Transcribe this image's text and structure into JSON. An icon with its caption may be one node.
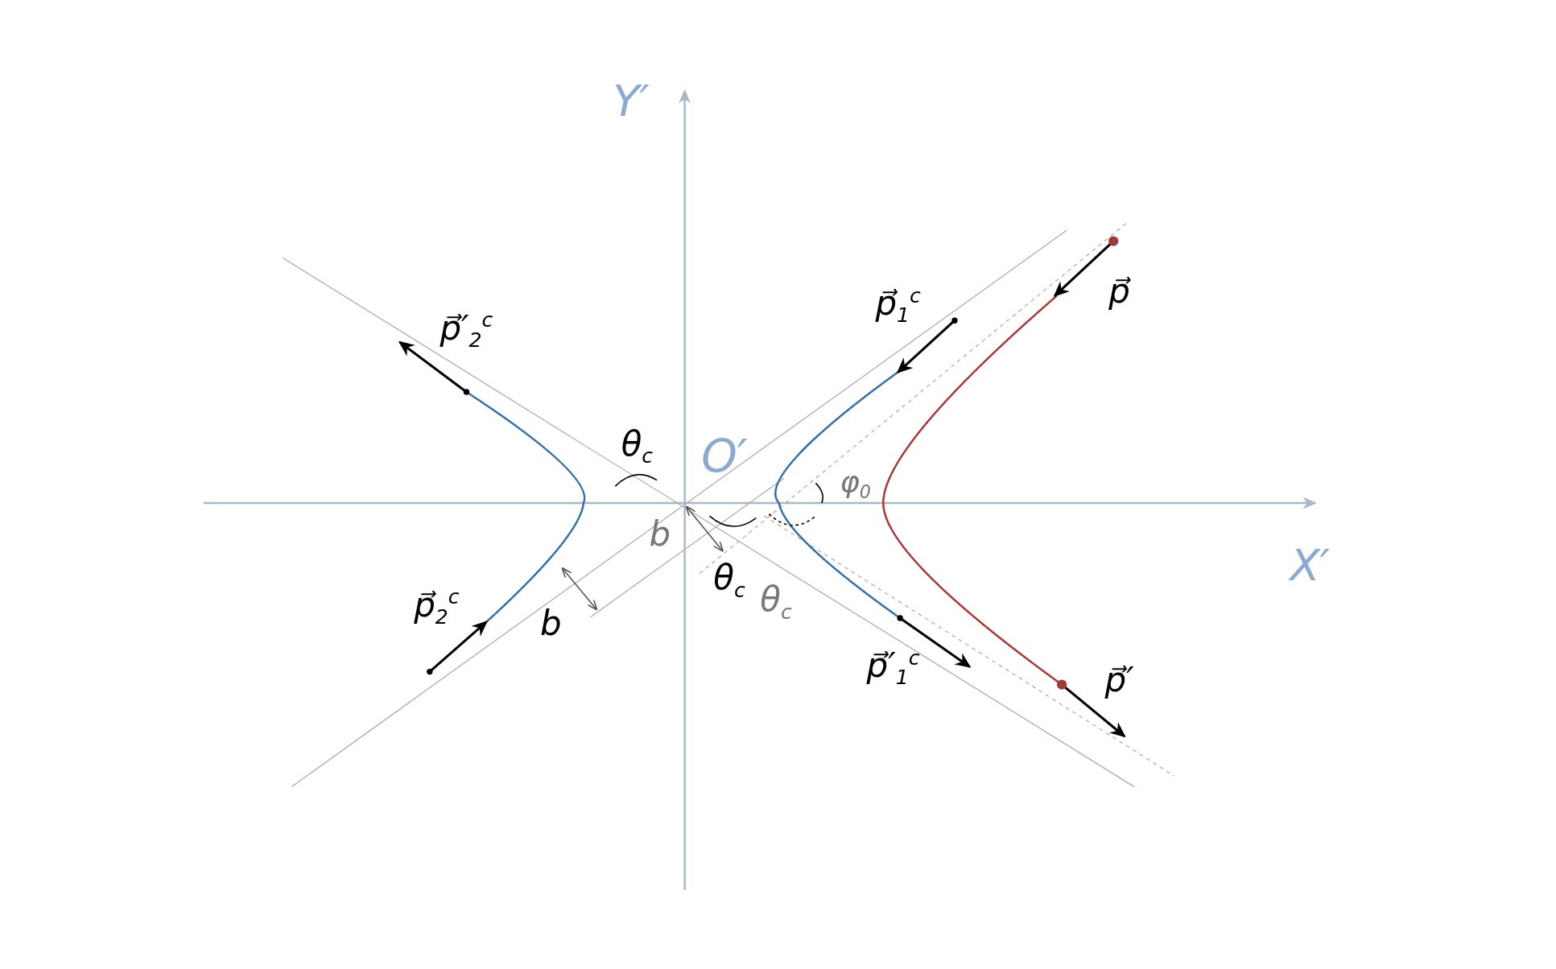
{
  "diagram": {
    "labels": [
      "Y′",
      "p⃗$_{1}$$^{c}$",
      "p⃗",
      "p⃗′$_{2}$$^{c}$",
      "θ$_{c}$",
      "O′",
      "φ$_{0}$",
      "b",
      "X′",
      "p⃗$_{2}$$^{c}$",
      "θ$_{c}$",
      "θ$_{c}$",
      "b",
      "p⃗′$_{1}$$^{c}$",
      "p⃗′"
    ]
  }
}
